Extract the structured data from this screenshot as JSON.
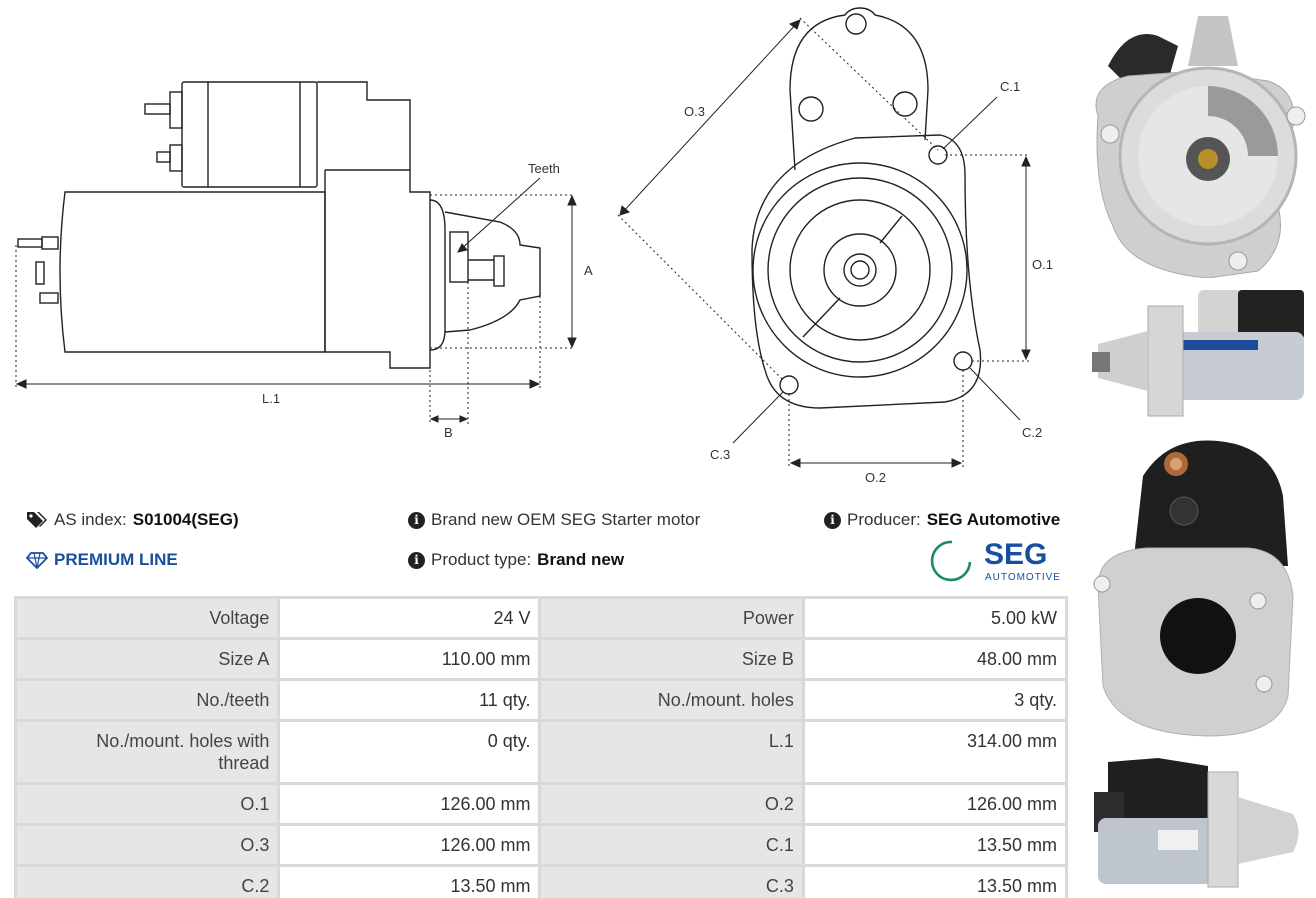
{
  "drawing_labels": {
    "teeth": "Teeth",
    "a": "A",
    "b": "B",
    "l1": "L.1",
    "o1": "O.1",
    "o2": "O.2",
    "o3": "O.3",
    "c1": "C.1",
    "c2": "C.2",
    "c3": "C.3"
  },
  "info": {
    "as_index_label": "AS index:",
    "as_index_value": "S01004(SEG)",
    "premium_label": "PREMIUM LINE",
    "description": "Brand new OEM SEG Starter motor",
    "product_type_label": "Product type:",
    "product_type_value": "Brand new",
    "producer_label": "Producer:",
    "producer_value": "SEG Automotive"
  },
  "logo": {
    "name": "SEG",
    "sub": "AUTOMOTIVE",
    "color": "#1a4fa0",
    "ring_color": "#1a8a6e"
  },
  "specs": [
    [
      {
        "label": "Voltage",
        "value": "24 V"
      },
      {
        "label": "Power",
        "value": "5.00 kW"
      }
    ],
    [
      {
        "label": "Size A",
        "value": "110.00 mm"
      },
      {
        "label": "Size B",
        "value": "48.00 mm"
      }
    ],
    [
      {
        "label": "No./teeth",
        "value": "11 qty."
      },
      {
        "label": "No./mount. holes",
        "value": "3 qty."
      }
    ],
    [
      {
        "label": "No./mount. holes with thread",
        "value": "0 qty."
      },
      {
        "label": "L.1",
        "value": "314.00 mm"
      }
    ],
    [
      {
        "label": "O.1",
        "value": "126.00 mm"
      },
      {
        "label": "O.2",
        "value": "126.00 mm"
      }
    ],
    [
      {
        "label": "O.3",
        "value": "126.00 mm"
      },
      {
        "label": "C.1",
        "value": "13.50 mm"
      }
    ],
    [
      {
        "label": "C.2",
        "value": "13.50 mm"
      },
      {
        "label": "C.3",
        "value": "13.50 mm"
      }
    ]
  ],
  "icons": {
    "tag": "tags-icon",
    "diamond": "diamond-icon",
    "info": "info-icon"
  }
}
